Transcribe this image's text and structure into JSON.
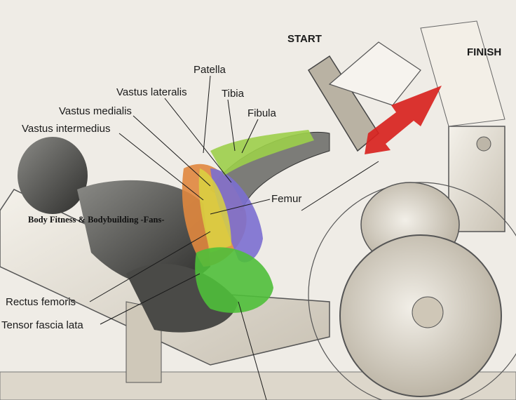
{
  "labels": {
    "start": "START",
    "finish": "FINISH",
    "patella": "Patella",
    "vastus_lateralis": "Vastus lateralis",
    "tibia": "Tibia",
    "fibula": "Fibula",
    "vastus_medialis": "Vastus medialis",
    "vastus_intermedius": "Vastus intermedius",
    "femur": "Femur",
    "rectus_femoris": "Rectus femoris",
    "tensor_fascia_lata": "Tensor fascia lata"
  },
  "watermark": "Body Fitness & Bodybuilding -Fans-",
  "colors": {
    "arrow": "#d8231f",
    "vastus_lateralis": "#e0873e",
    "vastus_medialis": "#7b6fd0",
    "rectus_femoris": "#d9d23f",
    "tensor_fascia_lata": "#4fbf3a",
    "tibia": "#9ccf4a"
  }
}
